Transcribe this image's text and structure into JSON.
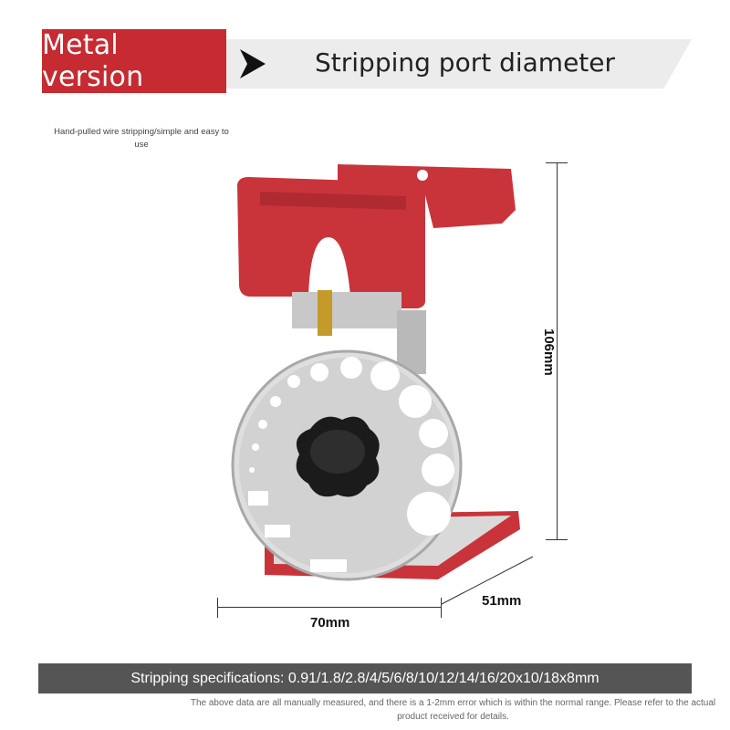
{
  "header": {
    "badge": "Metal version",
    "title": "Stripping port diameter"
  },
  "caption": "Hand-pulled wire stripping/simple and easy to use",
  "dimensions": {
    "height": "106mm",
    "width": "70mm",
    "depth": "51mm"
  },
  "specs": "Stripping specifications: 0.91/1.8/2.8/4/5/6/8/10/12/14/16/20x10/18x8mm",
  "note": "The above data are all manually measured, and there is a 1-2mm error which is within the normal range. Please refer to the actual product received for details.",
  "colors": {
    "accent_red": "#c62b32",
    "spec_bar": "#555555",
    "header_band": "#ececec"
  }
}
